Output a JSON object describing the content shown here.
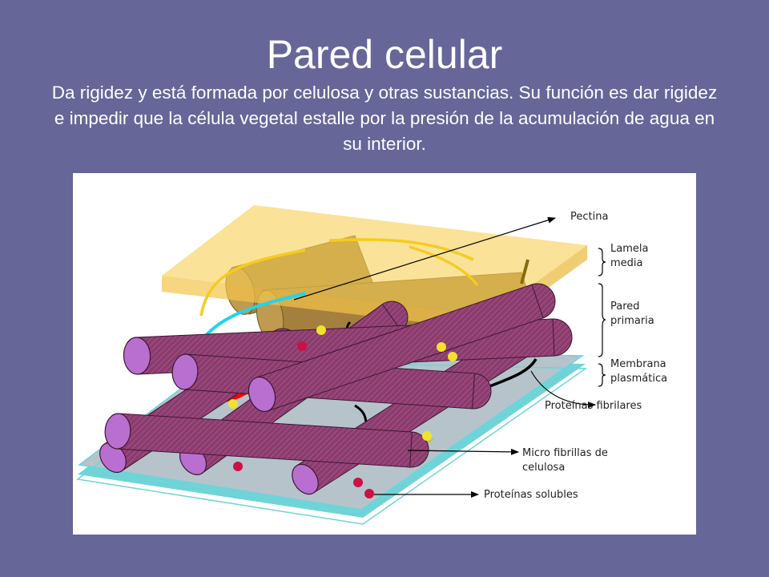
{
  "slide": {
    "title": "Pared celular",
    "body": "Da rigidez y está formada por celulosa y otras sustancias. Su función es dar rigidez e impedir que la célula vegetal estalle por la presión de la acumulación de agua en su interior."
  },
  "diagram": {
    "labels": {
      "pectina": "Pectina",
      "lamela_media": "Lamela\nmedia",
      "pared_primaria": "Pared\nprimaria",
      "membrana_plasmatica": "Membrana\nplasmática",
      "proteinas_fibrilares": "Proteínas fibrilares",
      "micro_fibrillas": "Micro fibrillas de\ncelulosa",
      "proteinas_solubles": "Proteínas solubles"
    },
    "colors": {
      "background": "#666699",
      "pectin_layer": "#f6cf55",
      "microfibril": "#8a3c6e",
      "microfibril_end": "#b96fcf",
      "membrane": "#b6c3cb",
      "membrane_edge": "#6fd4d8",
      "fibrillar_protein_red": "#ff0000",
      "fibrillar_protein_black": "#000000",
      "fibrillar_protein_cyan": "#22d3ee",
      "soluble_protein": "#cc1144",
      "particle_yellow": "#f2e22e"
    }
  }
}
